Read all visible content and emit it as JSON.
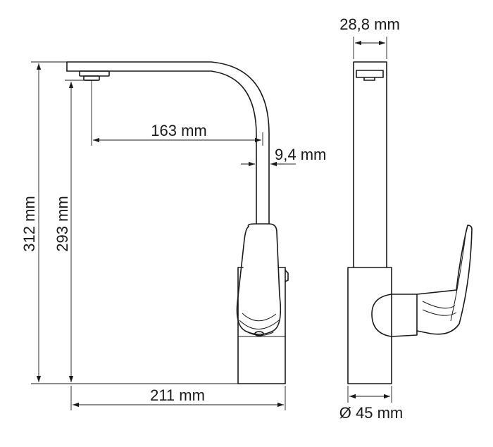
{
  "drawing": {
    "dimensions": {
      "total_height": "312 mm",
      "spout_height": "293 mm",
      "spout_reach": "163 mm",
      "spout_diameter": "9,4 mm",
      "overall_depth": "211 mm",
      "spout_width": "28,8 mm",
      "base_diameter": "Ø 45 mm"
    }
  }
}
